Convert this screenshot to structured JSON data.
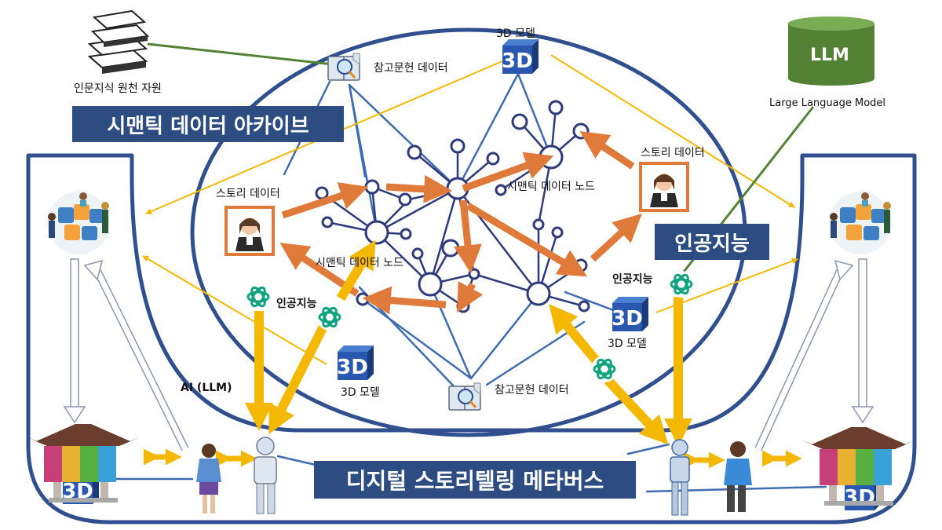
{
  "titles": {
    "archive": "시맨틱 데이터 아카이브",
    "ai": "인공지능",
    "metaverse": "디지털 스토리텔링 메타버스"
  },
  "labels": {
    "source": "인문지식 원천 자원",
    "ref_top": "참고문헌 데이터",
    "ref_bottom": "참고문헌 데이터",
    "model_top": "3D 모델",
    "model_right": "3D 모델",
    "model_bottom": "3D 모델",
    "story_left": "스토리 데이터",
    "story_right": "스토리 데이터",
    "node_right": "시맨틱 데이터 노드",
    "node_left": "시맨틱 데이터 노드",
    "ai_left": "인공지능",
    "ai_right": "인공지능",
    "ai_llm": "AI (LLM)",
    "llm": "LLM",
    "llm_caption": "Large Language Model",
    "three_d": "3D"
  },
  "colors": {
    "navy": "#2c4c82",
    "frame": "#2f4f8f",
    "orange": "#e07a3a",
    "gold": "#f5b800",
    "green": "#548235",
    "node": "#2f3a7a",
    "teal": "#10a37f"
  }
}
